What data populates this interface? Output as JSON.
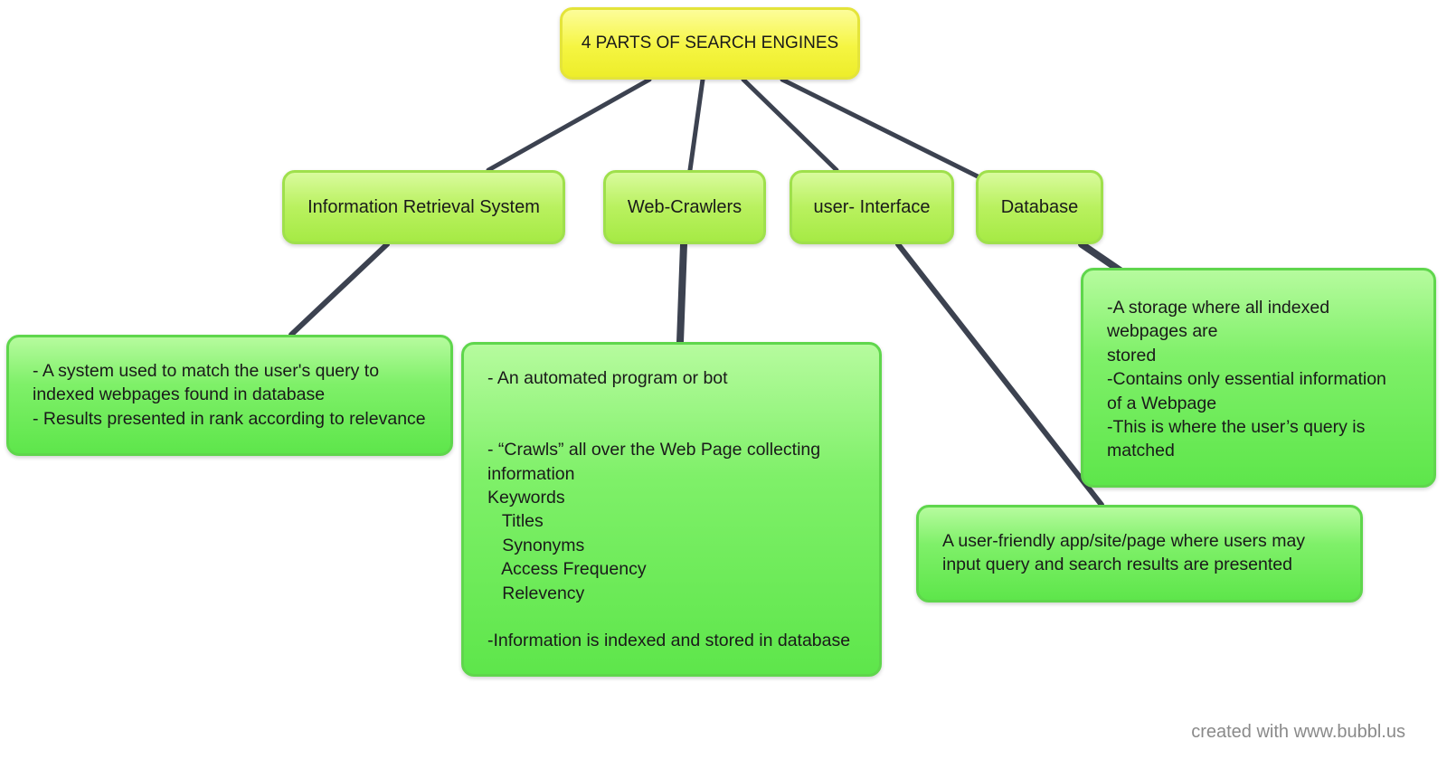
{
  "root": {
    "label": "4 PARTS OF SEARCH ENGINES"
  },
  "categories": [
    {
      "id": "irs",
      "label": "Information Retrieval System"
    },
    {
      "id": "crawlers",
      "label": "Web-Crawlers"
    },
    {
      "id": "ui",
      "label": "user- Interface"
    },
    {
      "id": "db",
      "label": "Database"
    }
  ],
  "details": {
    "irs": [
      "- A system used to match the user's query to",
      "indexed webpages found in database",
      "- Results presented in rank according to relevance"
    ],
    "crawlers": [
      "- An automated program or bot",
      "",
      "",
      "- “Crawls” all over the Web Page collecting",
      "information",
      "Keywords",
      "   Titles",
      "   Synonyms",
      "   Access Frequency",
      "   Relevency",
      "",
      "-Information is indexed and stored in database"
    ],
    "ui": [
      "A user-friendly app/site/page where users may",
      "input query and search results are presented"
    ],
    "db": [
      "-A storage where all indexed",
      "webpages are",
      "stored",
      "-Contains only essential information",
      "of a Webpage",
      "-This is where the user’s query is",
      "matched"
    ]
  },
  "colors": {
    "root_fill": "#f5f542",
    "category_fill": "#b9f15f",
    "detail_fill": "#7ff069",
    "connector": "#3c4250"
  },
  "watermark": "created with www.bubbl.us"
}
